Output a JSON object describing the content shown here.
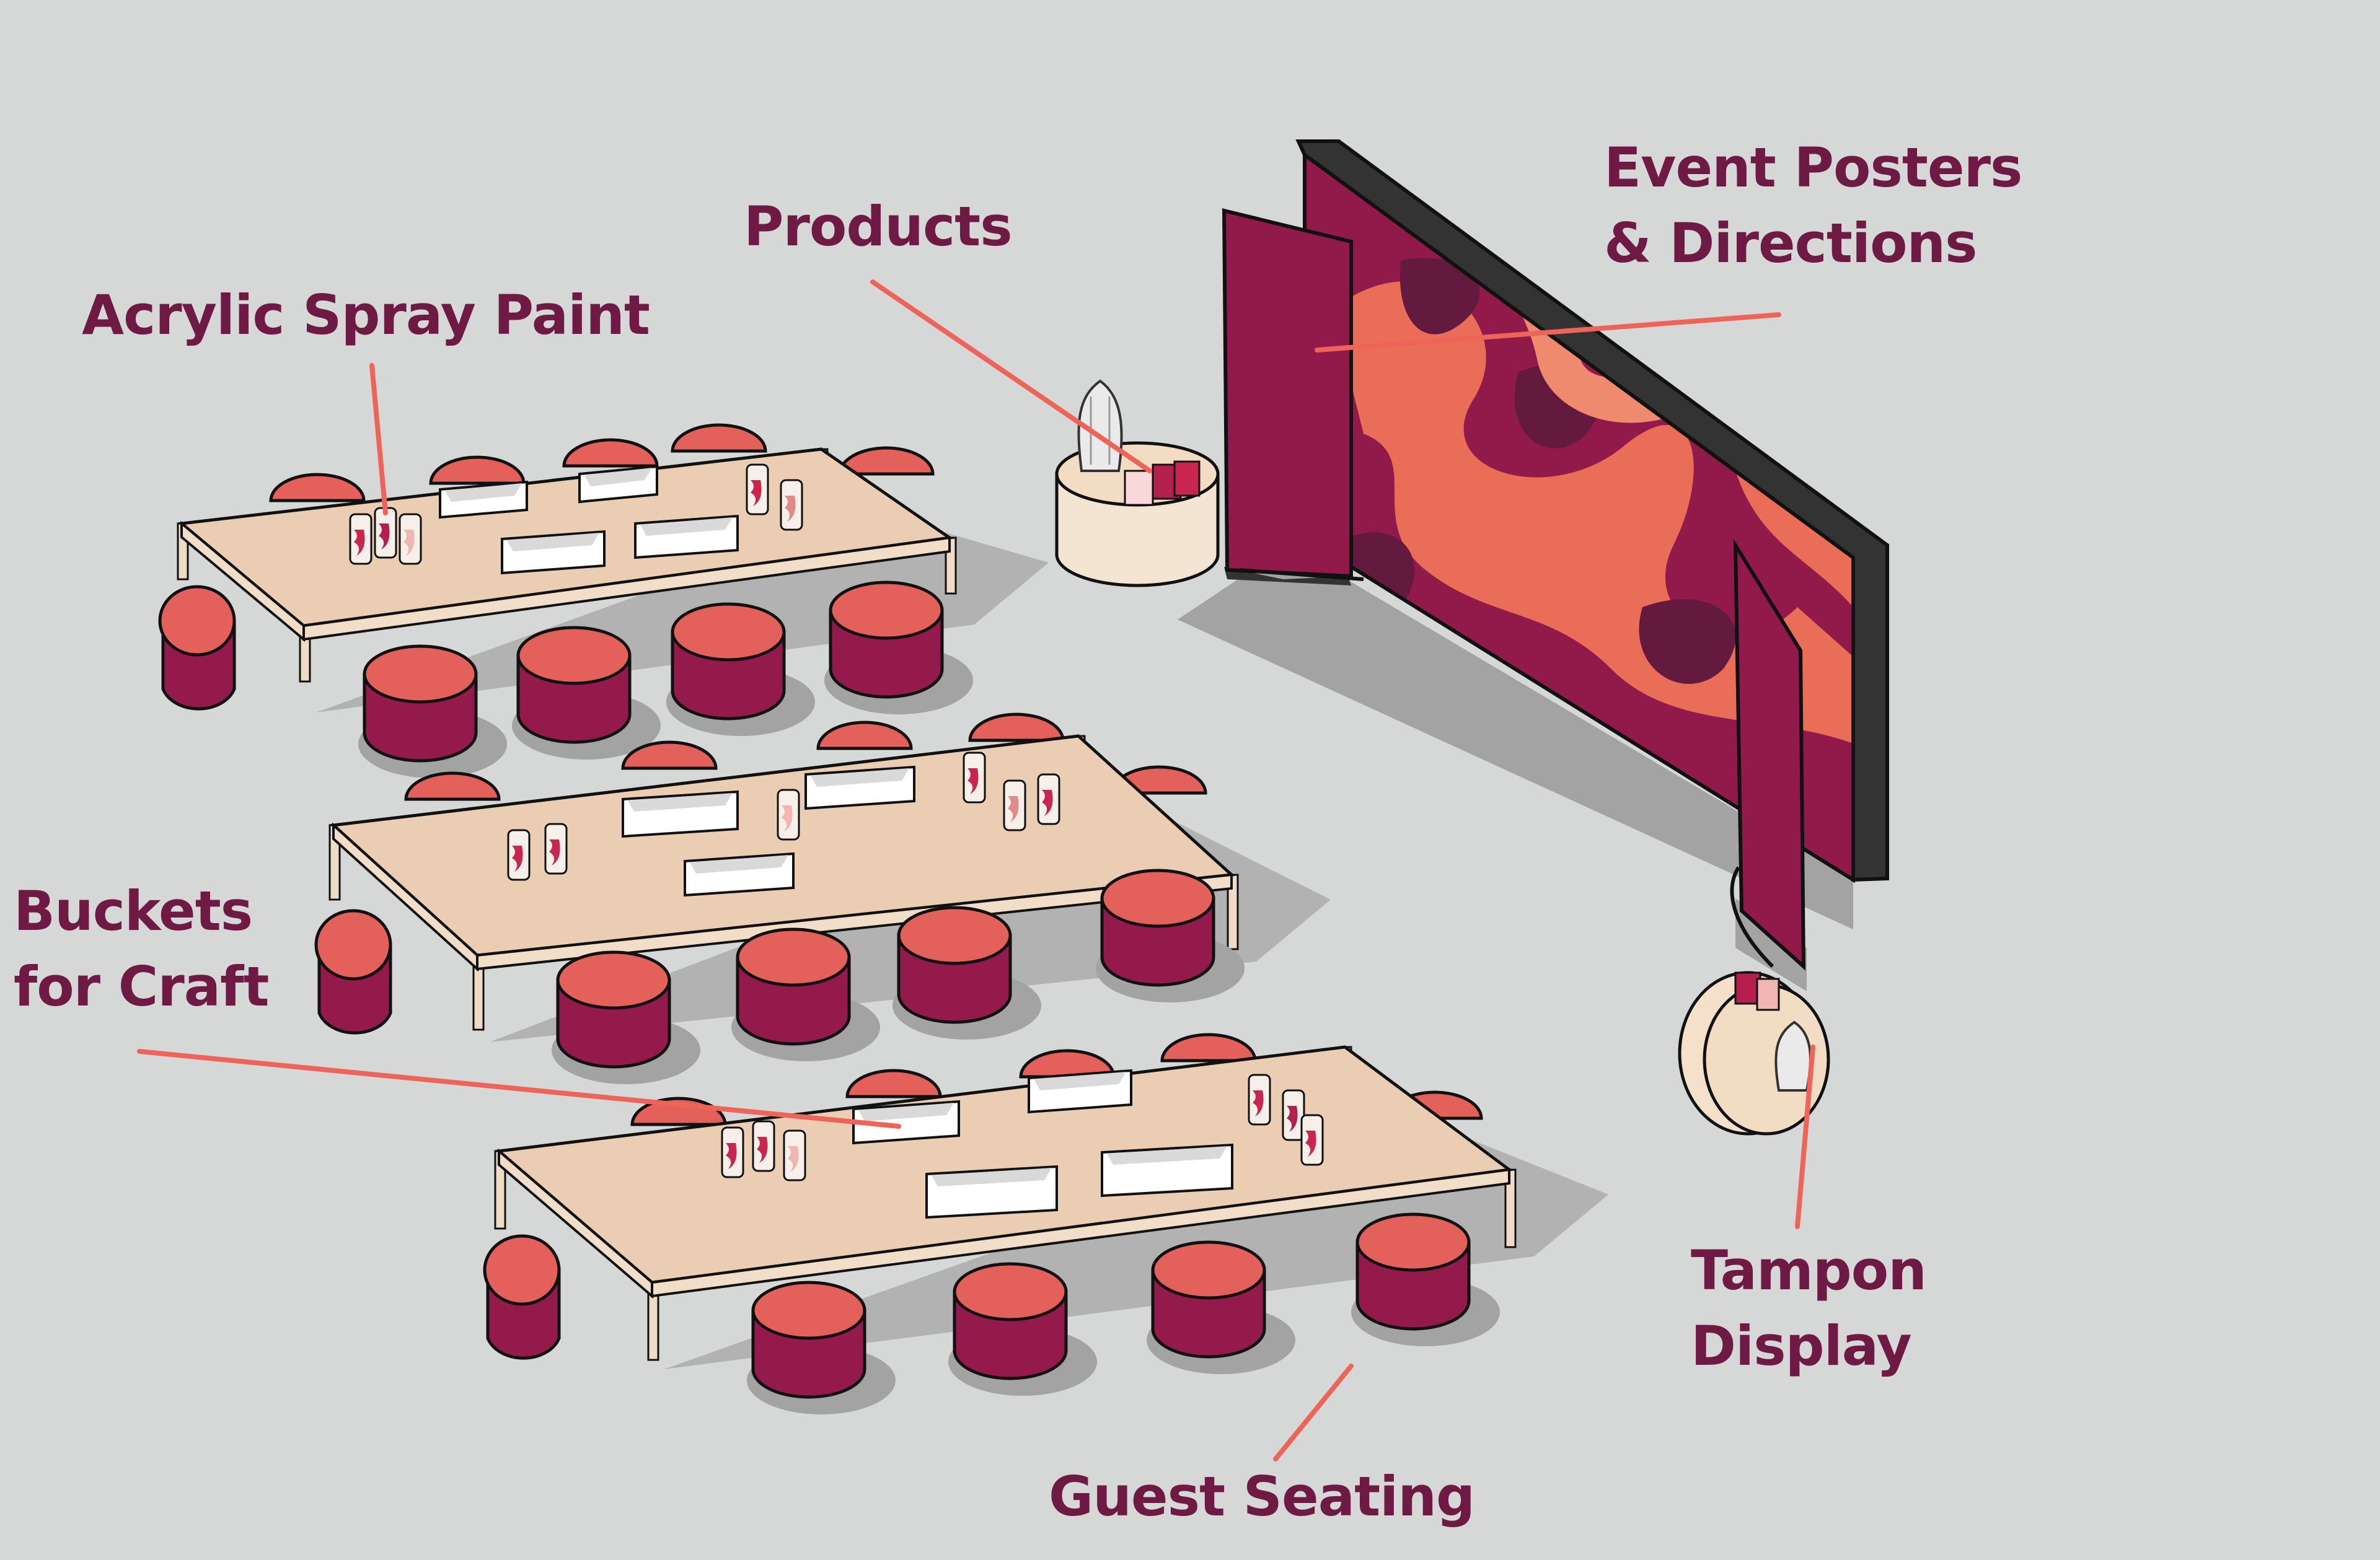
{
  "labels": {
    "products": "Products",
    "event_posters": [
      "Event Posters",
      "& Directions"
    ],
    "acrylic_spray_paint": "Acrylic Spray Paint",
    "buckets_for_craft": [
      "Buckets",
      "for Craft"
    ],
    "tampon_display": [
      "Tampon",
      "Display"
    ],
    "guest_seating": "Guest Seating"
  },
  "colors": {
    "background": "#d6d7d7",
    "label_text": "#6e1a44",
    "leader_line": "#ee6459",
    "table_top": "#ebcdb4",
    "stool_side": "#941a4b",
    "stool_top": "#e4605a",
    "wall_magenta": "#921a4b",
    "wall_coral": "#ea6d57",
    "wall_plum": "#641a3e",
    "wall_frame": "#333333",
    "shadow": "#a3a3a3"
  }
}
